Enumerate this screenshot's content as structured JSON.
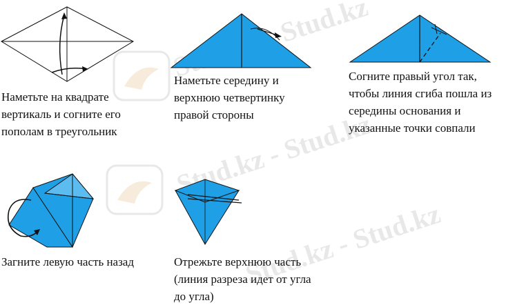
{
  "colors": {
    "paper_fill": "#1e9fe6",
    "line": "#111111",
    "watermark": "#bebebe"
  },
  "watermark": {
    "text": "Stud.kz - Stud.kz"
  },
  "steps": [
    {
      "caption": "Наметьте на квадрате\nвертикаль и согните его\nпополам в треугольник"
    },
    {
      "caption": "Наметьте середину и\nверхнюю четвертинку\nправой стороны"
    },
    {
      "caption": "Согните правый угол так,\nчтобы линия сгиба пошла из\nсередины основания и\nуказанные точки совпали"
    },
    {
      "caption": "Загните левую часть назад"
    },
    {
      "caption": "Отрежьте верхнюю часть\n(линия разреза идет от угла\nдо угла)"
    }
  ]
}
